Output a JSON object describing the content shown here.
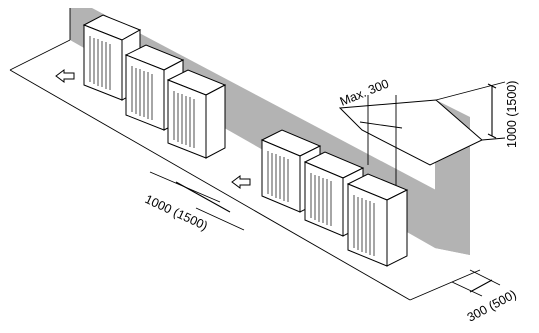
{
  "diagram": {
    "labels": {
      "max_clearance": "Max. 300",
      "wall_height": "1000 (1500)",
      "row_gap": "1000 (1500)",
      "rear_clearance": "300 (500)"
    },
    "colors": {
      "wall": "#b3b3b3",
      "line": "#000000",
      "background": "#ffffff"
    },
    "icons": [
      "airflow-arrow-icon",
      "airflow-arrow-icon"
    ],
    "rows": [
      {
        "name": "back-row",
        "units": 3
      },
      {
        "name": "front-row",
        "units": 3
      }
    ]
  }
}
